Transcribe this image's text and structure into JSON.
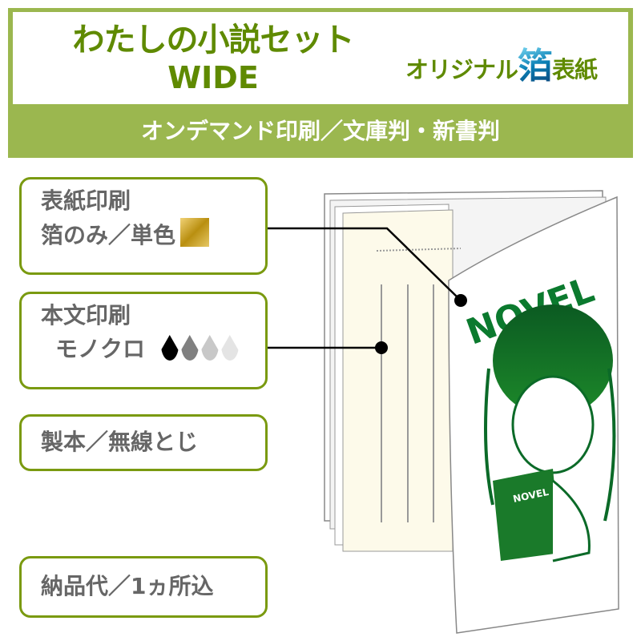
{
  "header": {
    "title": "わたしの小説セット",
    "title_sub": "WIDE",
    "badge_prefix": "オリジナル",
    "badge_foil": "箔",
    "badge_suffix": "表紙",
    "subtitle": "オンデマンド印刷／文庫判・新書判"
  },
  "specs": [
    {
      "label": "表紙印刷",
      "value": "箔のみ／単色",
      "icon": "gold-foil-swatch"
    },
    {
      "label": "本文印刷",
      "value": "モノクロ",
      "icon": "ink-drops",
      "drop_colors": [
        "#000000",
        "#808080",
        "#c8c8c8",
        "#e4e4e4"
      ]
    },
    {
      "label": "製本／無線とじ"
    },
    {
      "label": "納品代／1ヵ所込"
    }
  ],
  "book": {
    "cover_text": "NOVEL",
    "inner_book_text": "NOVEL"
  },
  "colors": {
    "accent": "#7a9a10",
    "header_band": "#9bb74f",
    "title": "#5f8a00",
    "cover_green": "#0b7a2e"
  }
}
